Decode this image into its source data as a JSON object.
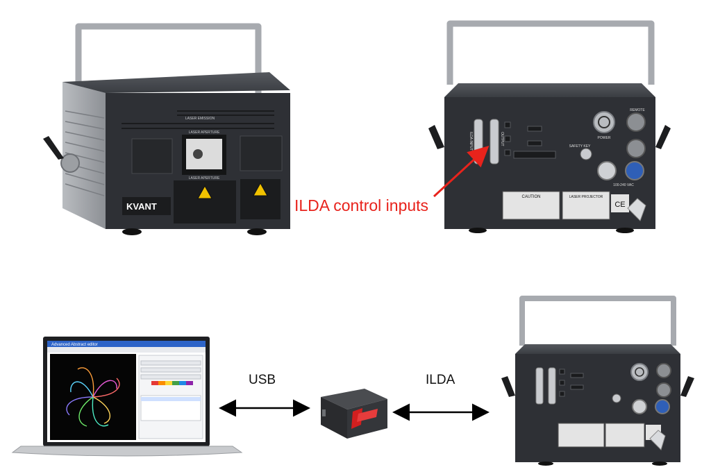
{
  "labels": {
    "ilda_callout": "ILDA control inputs",
    "usb": "USB",
    "ilda": "ILDA"
  },
  "front_panel": {
    "emission": "LASER EMISSION",
    "aperture_top": "LASER APERTURE",
    "aperture_bottom": "LASER APERTURE",
    "brand": "KVANT"
  },
  "rear_panel": {
    "ilda_input": "ILDA INPUT",
    "output": "OUTPUT",
    "power": "POWER",
    "remote": "REMOTE",
    "safety_key": "SAFETY KEY",
    "caution": "CAUTION",
    "laser_projector": "LASER PROJECTOR",
    "voltage": "100-240 VAC",
    "ce": "CE"
  },
  "software": {
    "title": "Advanced Abstract editor"
  },
  "colors": {
    "callout": "#e8231c",
    "text": "#111111",
    "housing": "#2e3035",
    "handle": "#a7aaaf",
    "screen_bg": "#050505"
  }
}
